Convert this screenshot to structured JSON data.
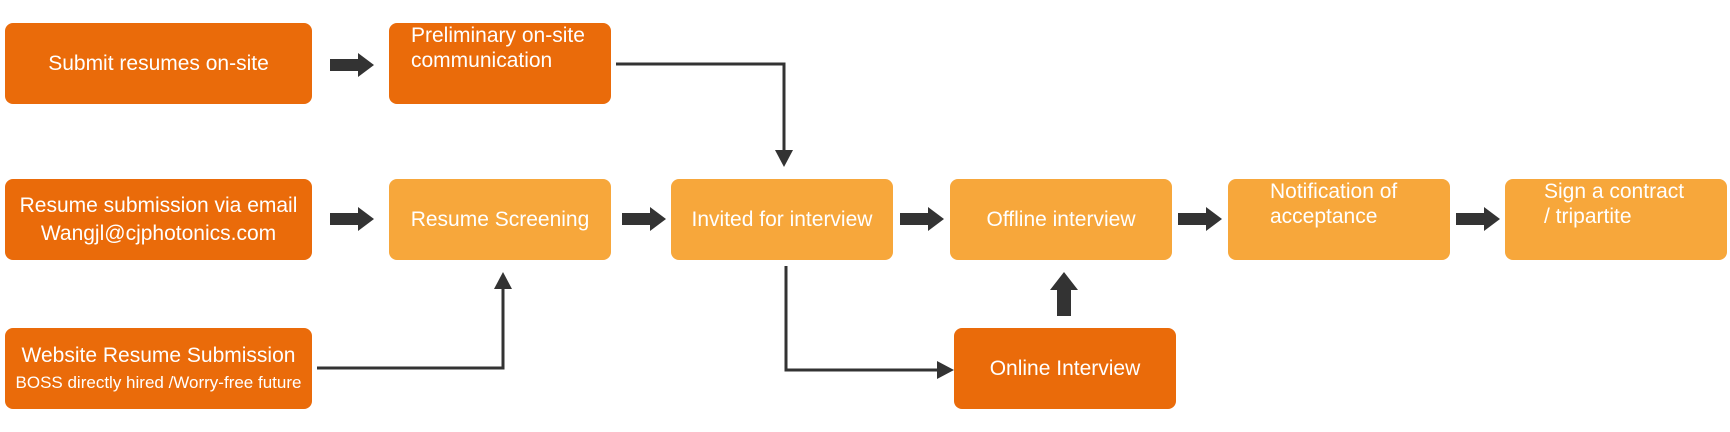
{
  "colors": {
    "source_box": "#ea6b0a",
    "process_box": "#f7a73b",
    "arrow": "#333333",
    "text": "#ffffff"
  },
  "nodes": {
    "submit_onsite": "Submit resumes on-site",
    "preliminary_line1": "Preliminary on-site",
    "preliminary_line2": "communication",
    "email_line1": "Resume submission via email",
    "email_line2": "Wangjl@cjphotonics.com",
    "website_line1": "Website Resume Submission",
    "website_line2": "BOSS directly hired /Worry-free future",
    "resume_screening": "Resume Screening",
    "invited_interview": "Invited for interview",
    "offline_interview": "Offline interview",
    "notification_line1": "Notification of",
    "notification_line2": "acceptance",
    "sign_line1": "Sign a contract",
    "sign_line2": "/ tripartite",
    "online_interview": "Online Interview"
  }
}
